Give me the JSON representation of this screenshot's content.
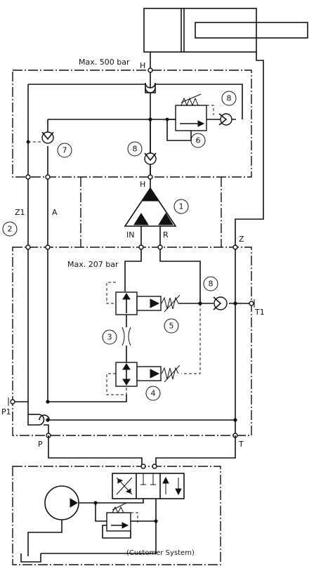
{
  "labels": {
    "max_500": "Max. 500 bar",
    "max_207": "Max. 207 bar",
    "h_top": "H",
    "h_pump": "H",
    "z1": "Z1",
    "a": "A",
    "in": "IN",
    "r": "R",
    "z": "Z",
    "t1": "T1",
    "p1": "P1",
    "p": "P",
    "t": "T",
    "customer": "(Customer System)"
  },
  "callouts": {
    "c1": "1",
    "c2": "2",
    "c3": "3",
    "c4": "4",
    "c5": "5",
    "c6": "6",
    "c7": "7",
    "c8a": "8",
    "c8b": "8",
    "c8c": "8"
  }
}
